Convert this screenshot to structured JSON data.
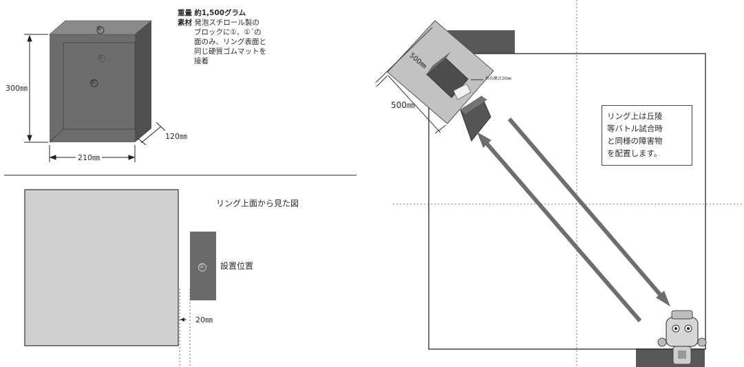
{
  "block": {
    "weight_label": "重量",
    "weight_value": "約1,500グラム",
    "material_label": "素材",
    "material_lines": [
      "発泡スチロール製の",
      "ブロックに①、①´の",
      "面のみ、リング表面と",
      "同じ硬質ゴムマットを",
      "接着"
    ],
    "dim_height": "300㎜",
    "dim_width": "210㎜",
    "dim_depth": "120㎜",
    "face_marks": [
      "①",
      "①",
      "①"
    ]
  },
  "top_view": {
    "title": "リング上面から見た図",
    "position_label": "設置位置",
    "gap": "20㎜",
    "mark": "①"
  },
  "ring": {
    "square_w": "500㎜",
    "square_h": "500㎜",
    "table_height": "台の高さ20㎜",
    "note_lines": [
      "リング上は丘陵",
      "等バトル試合時",
      "と同様の障害物",
      "を配置します。"
    ]
  },
  "colors": {
    "block_fill": "#6d6d6d",
    "block_dark": "#505050",
    "mat_fill": "#d0d0d0",
    "arrow": "#6e6e6e",
    "corner": "#585858"
  }
}
